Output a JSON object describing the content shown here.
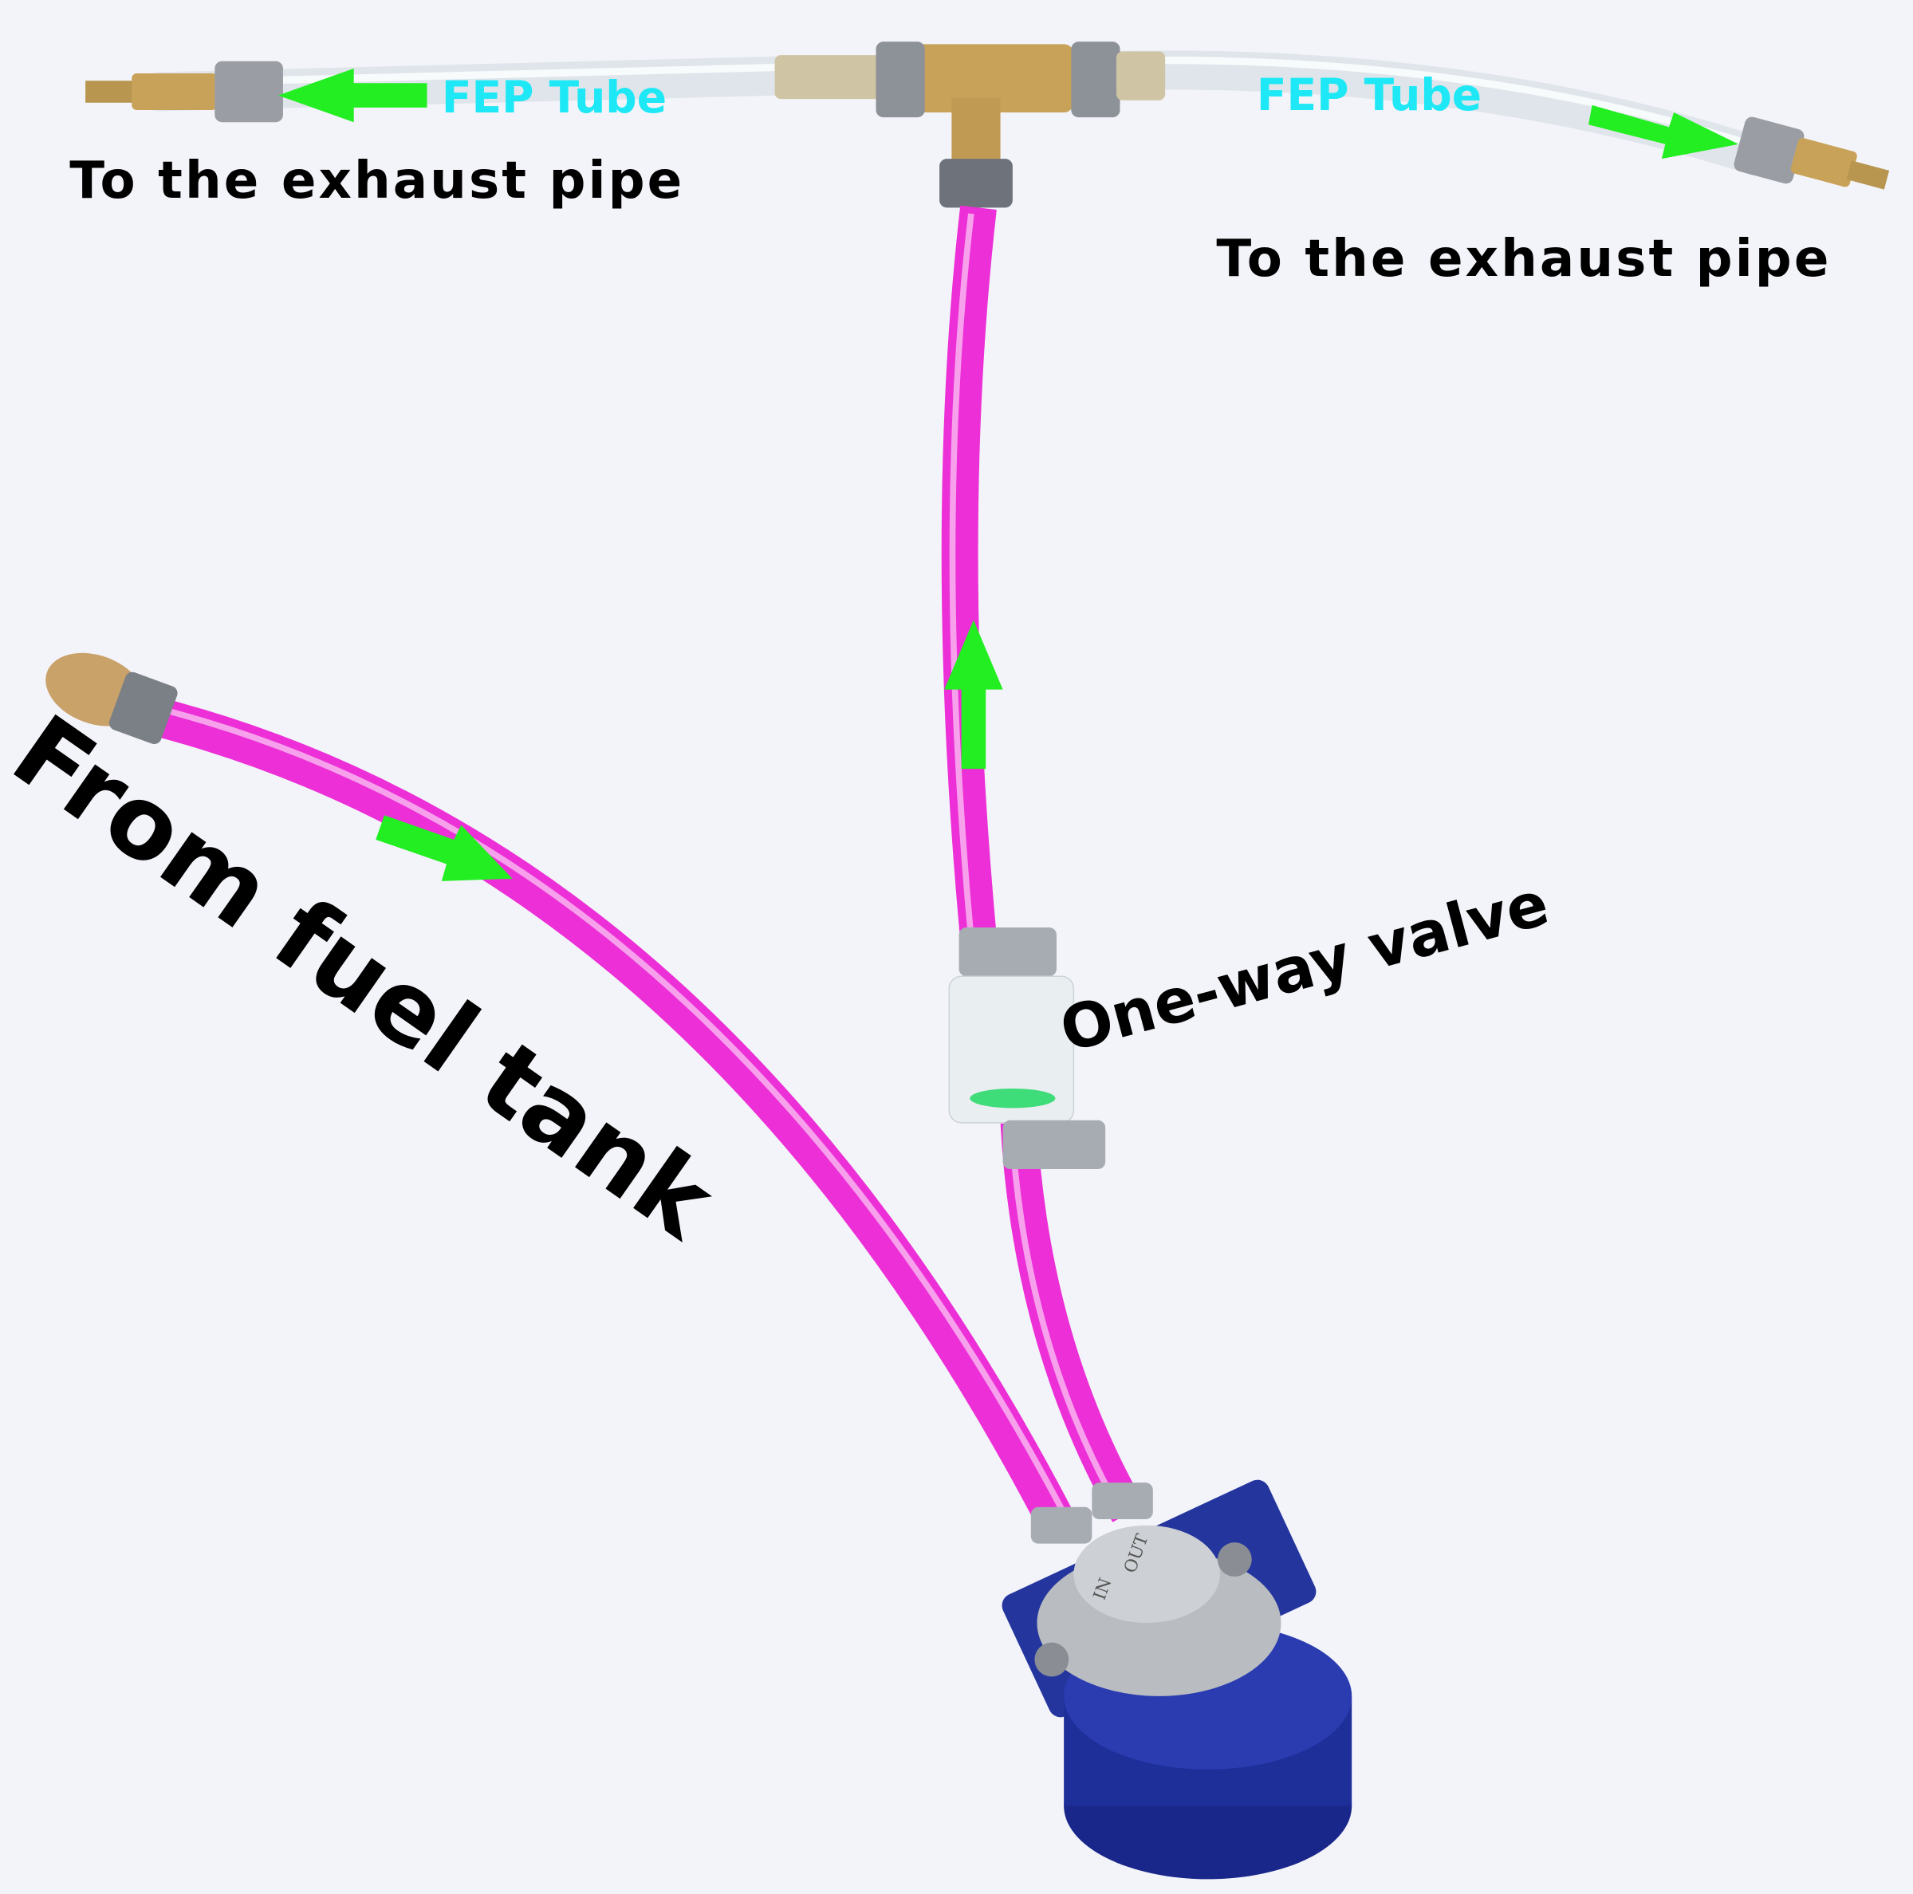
{
  "labels": {
    "fep_left": "FEP Tube",
    "fep_right": "FEP Tube",
    "exhaust_left": "To the exhaust pipe",
    "exhaust_right": "To the exhaust pipe",
    "fuel_tank": "From fuel tank",
    "valve": "One-way valve"
  },
  "pump_markings": {
    "out": "OUT",
    "in": "IN"
  },
  "colors": {
    "background": "#f3f4fa",
    "fep_tube": "#e6ecef",
    "fuel_hose": "#ec2fd6",
    "arrow": "#22ee22",
    "label_fep": "#1ee8f5",
    "pump_body": "#1f2f9a",
    "brass": "#c9a259"
  }
}
